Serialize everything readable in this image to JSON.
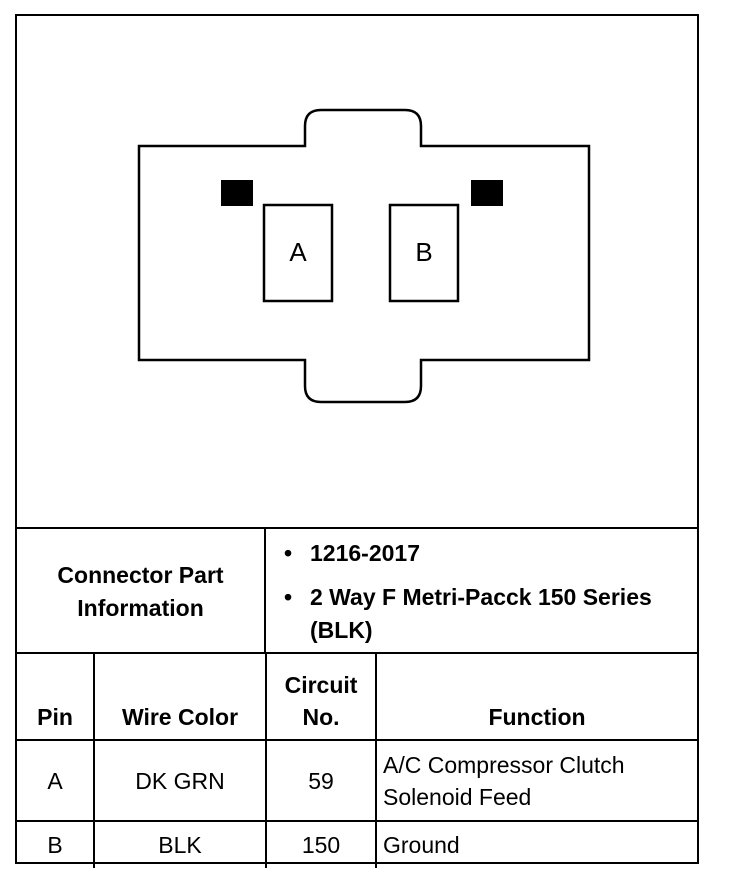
{
  "connector": {
    "pins": [
      {
        "label": "A"
      },
      {
        "label": "B"
      }
    ]
  },
  "part_info": {
    "label_lines": [
      "Connector Part",
      "Information"
    ],
    "items": [
      "1216-2017",
      "2 Way F Metri-Pacck 150 Series (BLK)"
    ],
    "bullet": "•"
  },
  "table": {
    "headers": {
      "pin": "Pin",
      "wire_color": "Wire Color",
      "circuit_line1": "Circuit",
      "circuit_line2": "No.",
      "function": "Function"
    },
    "rows": [
      {
        "pin": "A",
        "wire_color": "DK GRN",
        "circuit": "59",
        "function_line1": "A/C Compressor Clutch",
        "function_line2": "Solenoid Feed"
      },
      {
        "pin": "B",
        "wire_color": "BLK",
        "circuit": "150",
        "function_line1": "Ground",
        "function_line2": ""
      }
    ]
  }
}
